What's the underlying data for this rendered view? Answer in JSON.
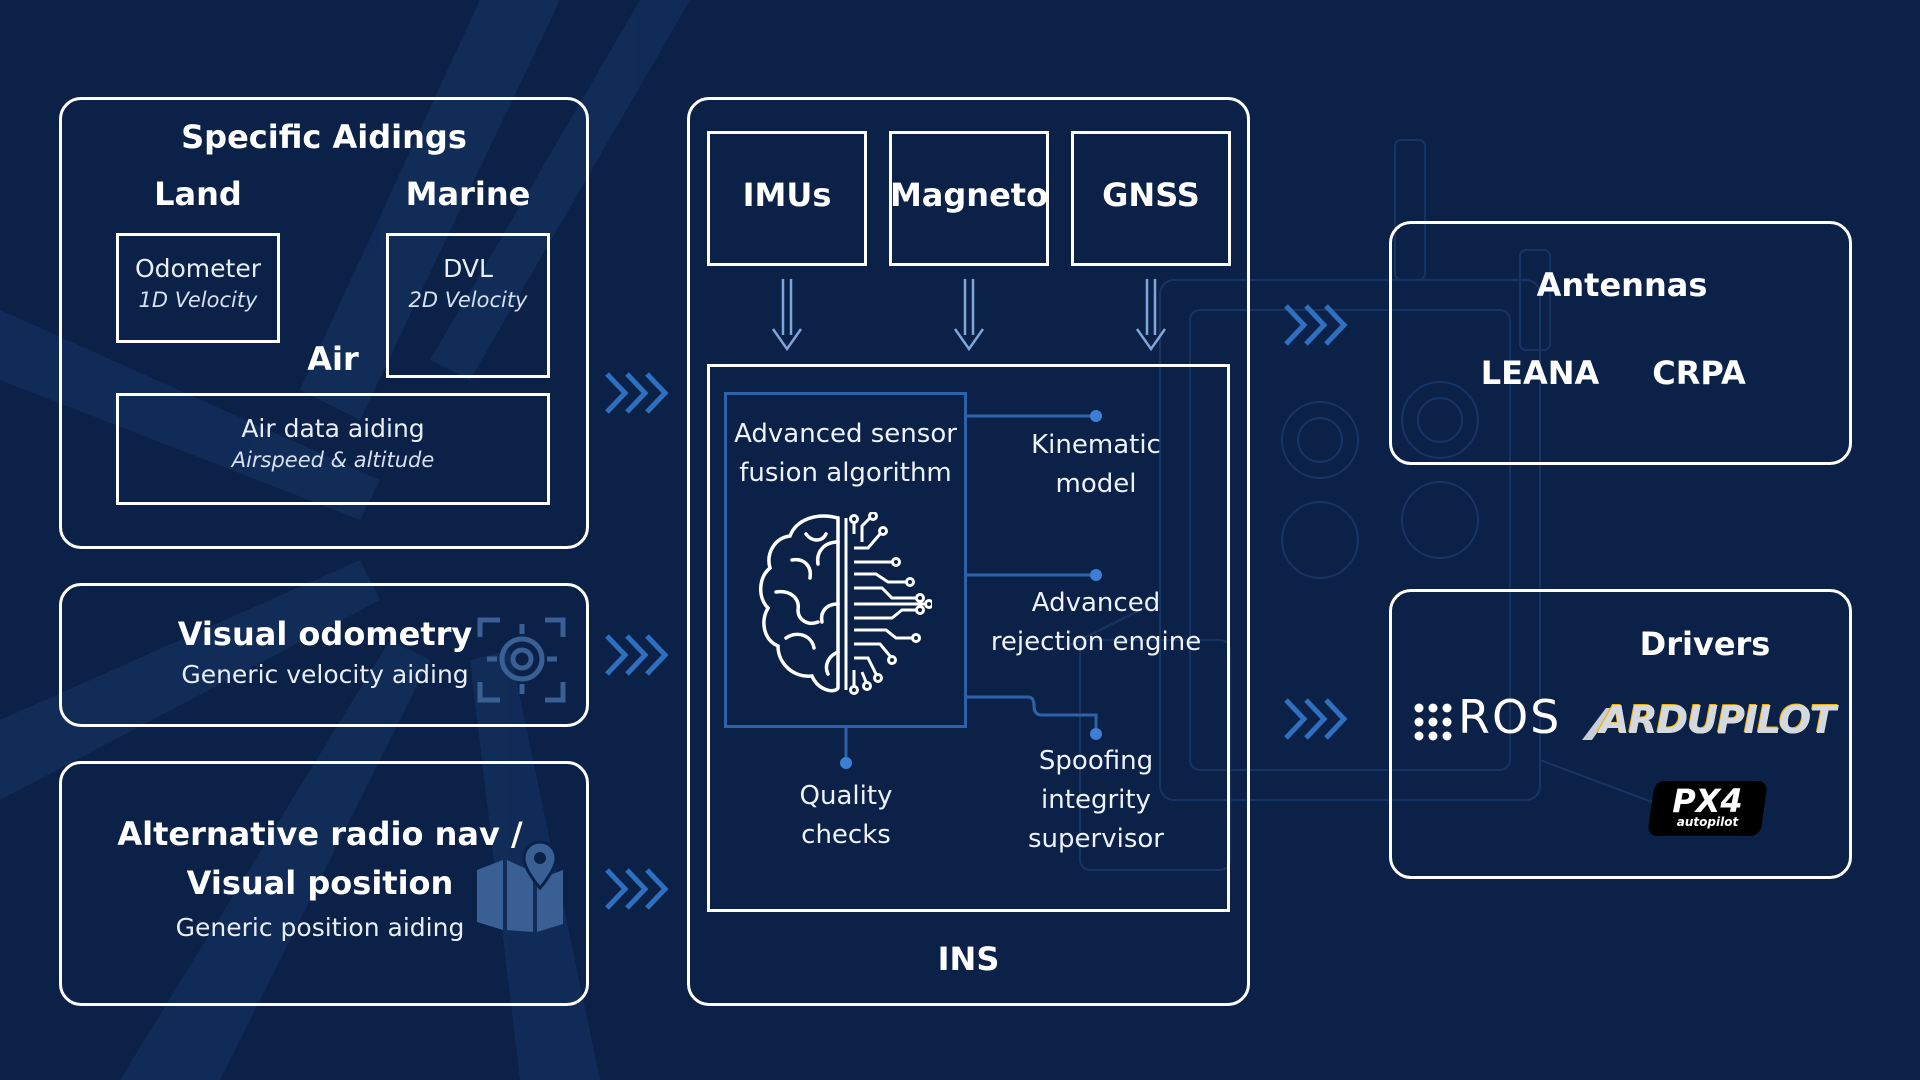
{
  "colors": {
    "background": "#0b2148",
    "box_border": "#ffffff",
    "accent": "#3d7fd4",
    "chevron": "#2f6fc0"
  },
  "aidings": {
    "title": "Specific Aidings",
    "land": "Land",
    "marine": "Marine",
    "air": "Air",
    "odometer": {
      "name": "Odometer",
      "sub": "1D Velocity"
    },
    "dvl": {
      "name": "DVL",
      "sub": "2D Velocity"
    },
    "air_data": {
      "name": "Air data aiding",
      "sub": "Airspeed & altitude"
    }
  },
  "visual_odometry": {
    "title": "Visual odometry",
    "sub": "Generic velocity aiding",
    "icon": "camera-focus-icon"
  },
  "radio_nav": {
    "title_line1": "Alternative radio nav /",
    "title_line2": "Visual position",
    "sub": "Generic position aiding",
    "icon": "map-pin-icon"
  },
  "ins": {
    "label": "INS",
    "sensors": [
      "IMUs",
      "Magneto",
      "GNSS"
    ],
    "fusion": {
      "line1": "Advanced sensor",
      "line2": "fusion algorithm",
      "icon": "brain-circuit-icon"
    },
    "kinematic": {
      "line1": "Kinematic",
      "line2": "model"
    },
    "rejection": {
      "line1": "Advanced",
      "line2": "rejection engine"
    },
    "spoofing": {
      "line1": "Spoofing",
      "line2": "integrity",
      "line3": "supervisor"
    },
    "quality": {
      "line1": "Quality",
      "line2": "checks"
    }
  },
  "antennas": {
    "title": "Antennas",
    "items": [
      "LEANA",
      "CRPA"
    ]
  },
  "drivers": {
    "title": "Drivers",
    "ros": "ROS",
    "ardupilot": "ARDUPILOT",
    "px4_main": "PX4",
    "px4_sub": "autopilot"
  }
}
